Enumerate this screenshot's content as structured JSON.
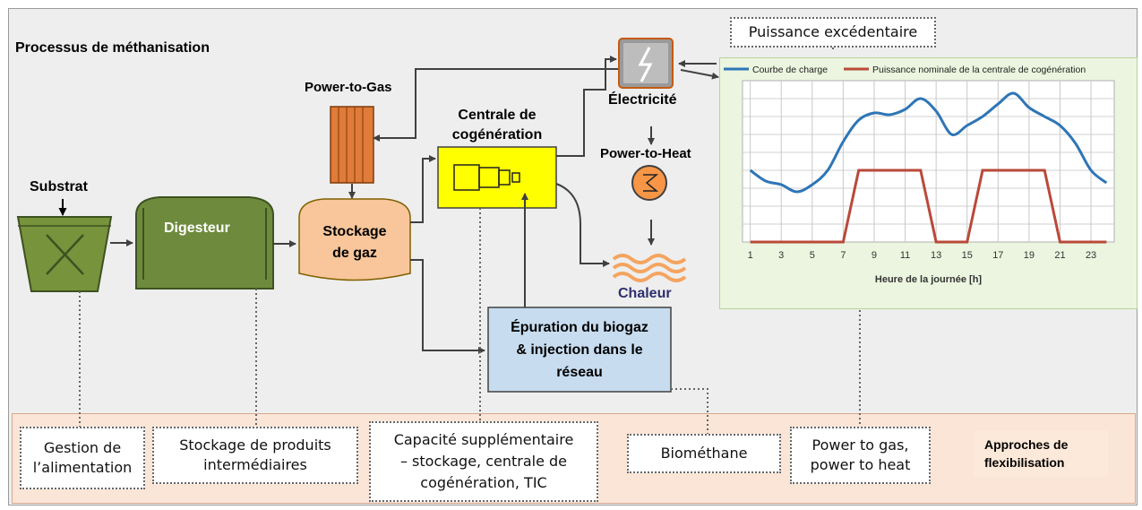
{
  "title": "Processus de méthanisation",
  "nodes": {
    "substrat": "Substrat",
    "digesteur": "Digesteur",
    "stockage_gaz": [
      "Stockage",
      "de gaz"
    ],
    "power_to_gas": "Power-to-Gas",
    "centrale": [
      "Centrale de",
      "cogénération"
    ],
    "electricite": "Électricité",
    "power_to_heat": "Power-to-Heat",
    "chaleur": "Chaleur",
    "epuration": [
      "Épuration du biogaz",
      "& injection dans le",
      "réseau"
    ]
  },
  "top_box": "Puissance excédentaire",
  "bottom_boxes": [
    [
      "Gestion de",
      "l’alimentation"
    ],
    [
      "Stockage de produits",
      "intermédiaires"
    ],
    [
      "Capacité supplémentaire",
      "– stockage, centrale de",
      "cogénération, TIC"
    ],
    [
      "Biométhane"
    ],
    [
      "Power to gas,",
      "power to heat"
    ]
  ],
  "approaches": [
    "Approches de",
    "flexibilisation"
  ],
  "colors": {
    "background_panel": "#eeeeee",
    "bottom_band": "#fbe5d6",
    "digester": "#6e8b3d",
    "gas_storage": "#f8c69a",
    "power_to_gas": "#e07b39",
    "centrale": "#ffff00",
    "epuration": "#c7dcef",
    "chart_bg": "#ebf5df",
    "series_load": "#2e75b6",
    "series_nominal": "#b94a3a"
  },
  "chart_data": {
    "type": "line",
    "xlabel": "Heure de la journée [h]",
    "ylabel": "",
    "x": [
      1,
      2,
      3,
      4,
      5,
      6,
      7,
      8,
      9,
      10,
      11,
      12,
      13,
      14,
      15,
      16,
      17,
      18,
      19,
      20,
      21,
      22,
      23,
      24
    ],
    "x_ticks": [
      1,
      3,
      5,
      7,
      9,
      11,
      13,
      15,
      17,
      19,
      21,
      23
    ],
    "xlim": [
      0.5,
      24.5
    ],
    "ylim": [
      0,
      9
    ],
    "grid": true,
    "legend": "top",
    "series": [
      {
        "name": "Courbe de charge",
        "color": "#2e75b6",
        "values": [
          4.0,
          3.4,
          3.2,
          2.8,
          3.2,
          4.0,
          5.6,
          6.8,
          7.2,
          7.1,
          7.4,
          8.0,
          7.3,
          6.0,
          6.5,
          7.0,
          7.7,
          8.3,
          7.5,
          7.0,
          6.5,
          5.5,
          4.0,
          3.3
        ]
      },
      {
        "name": "Puissance nominale de la centrale de cogénération",
        "color": "#b94a3a",
        "values": [
          0,
          0,
          0,
          0,
          0,
          0,
          0,
          4,
          4,
          4,
          4,
          4,
          0,
          0,
          0,
          4,
          4,
          4,
          4,
          4,
          0,
          0,
          0,
          0
        ]
      }
    ]
  }
}
